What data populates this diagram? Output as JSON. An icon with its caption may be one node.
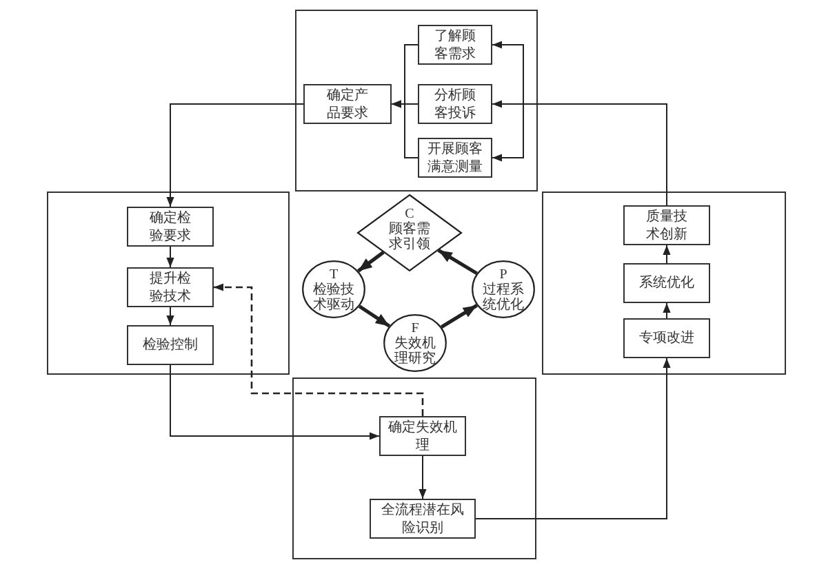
{
  "diagram": {
    "nodes": [
      {
        "text": [],
        "shape": "box"
      },
      {
        "text": [
          "确定产品要求"
        ],
        "in": 0
      },
      {
        "text": [
          "了解顾客需求"
        ],
        "in": 0
      },
      {
        "text": [
          "分析顾客投诉"
        ],
        "in": 0
      },
      {
        "text": [
          "开展顾客满意测量"
        ],
        "in": 0
      },
      {
        "text": [],
        "shape": "box"
      },
      {
        "text": [
          "确定检验要求"
        ],
        "in": 5
      },
      {
        "text": [
          "提升检验技术"
        ],
        "in": 5
      },
      {
        "text": [
          "检验控制"
        ],
        "in": 5
      },
      {
        "text": [
          "C",
          "顾客需求引领"
        ]
      },
      {
        "text": [
          "T",
          "检验技术驱动"
        ]
      },
      {
        "text": [
          "P",
          "过程系统优化"
        ]
      },
      {
        "text": [
          "F",
          "失效机理研究"
        ]
      },
      {
        "text": [],
        "shape": "box"
      },
      {
        "text": [
          "质量技术创新"
        ],
        "in": 13
      },
      {
        "text": [
          "系统优化"
        ],
        "in": 13
      },
      {
        "text": [
          "专项改进"
        ],
        "in": 13
      },
      {
        "text": [],
        "shape": "box"
      },
      {
        "text": [
          "确定失效机理"
        ],
        "in": 17
      },
      {
        "text": [
          "全流程潜在风险识别"
        ],
        "in": 17
      }
    ],
    "edges": [
      {
        "from": 2,
        "to": 1,
        "arrow": "to"
      },
      {
        "from": 3,
        "to": 1,
        "arrow": "to"
      },
      {
        "from": 4,
        "to": 1,
        "arrow": "to"
      },
      {
        "from": 1,
        "to": 6,
        "arrow": "to"
      },
      {
        "from": 6,
        "to": 7,
        "arrow": "to"
      },
      {
        "from": 7,
        "to": 8,
        "arrow": "to"
      },
      {
        "from": 8,
        "to": 18,
        "arrow": "to"
      },
      {
        "from": 18,
        "to": 19,
        "arrow": "to"
      },
      {
        "from": 19,
        "to": 16,
        "arrow": "to"
      },
      {
        "from": 16,
        "to": 15,
        "arrow": "to"
      },
      {
        "from": 15,
        "to": 14,
        "arrow": "to"
      },
      {
        "from": 14,
        "to": 2,
        "arrow": "to"
      },
      {
        "from": 14,
        "to": 3,
        "arrow": "to"
      },
      {
        "from": 14,
        "to": 4,
        "arrow": "to"
      },
      {
        "from": 18,
        "to": 7,
        "arrow": "to",
        "style": "dashed"
      },
      {
        "from": 9,
        "to": 10,
        "arrow": "to",
        "style": "thick"
      },
      {
        "from": 10,
        "to": 12,
        "arrow": "to",
        "style": "thick"
      },
      {
        "from": 12,
        "to": 11,
        "arrow": "to",
        "style": "thick"
      },
      {
        "from": 11,
        "to": 9,
        "arrow": "to",
        "style": "thick"
      }
    ]
  }
}
